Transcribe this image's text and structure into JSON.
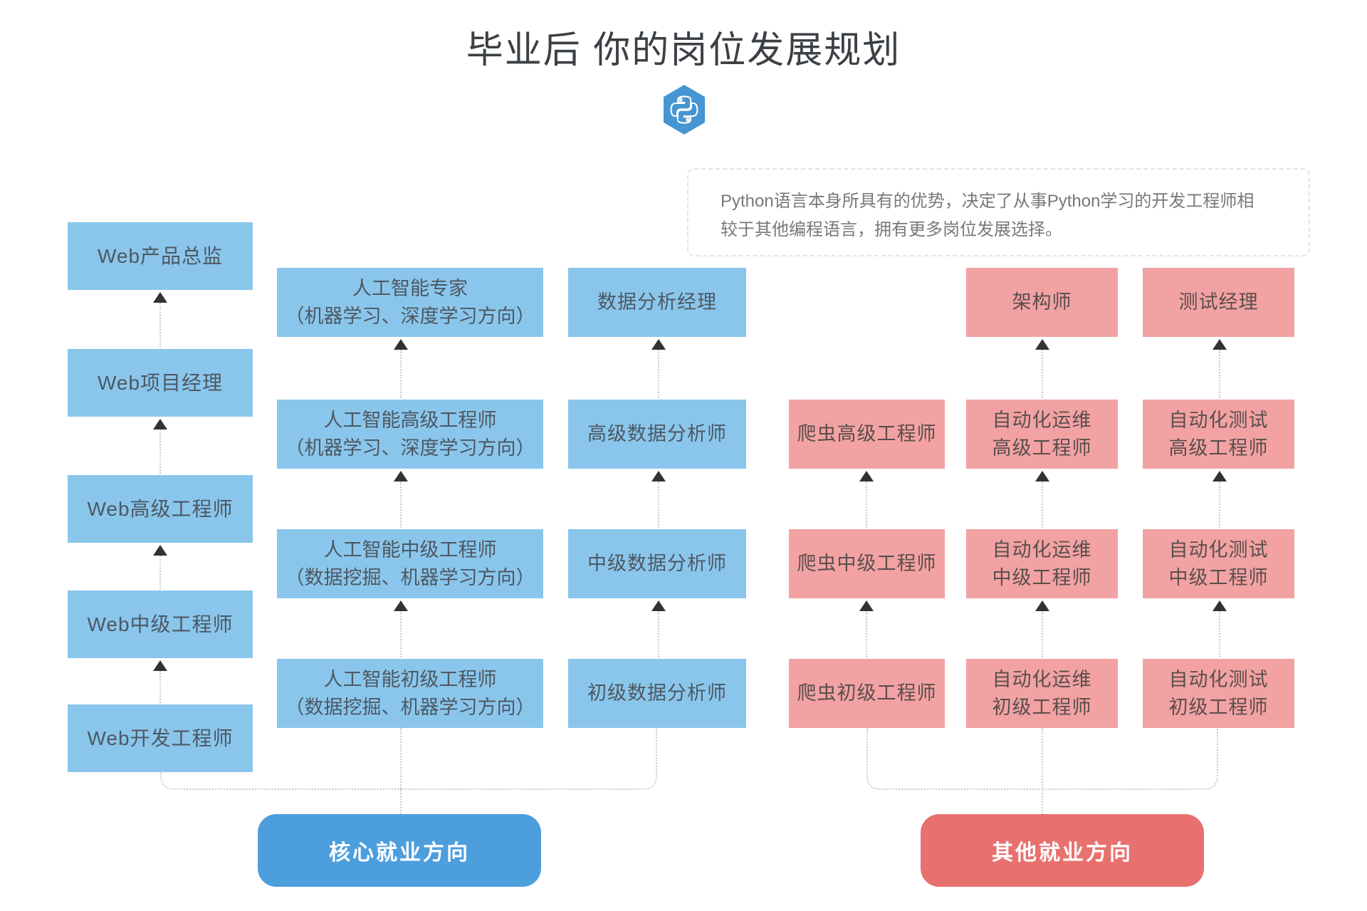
{
  "title": "毕业后 你的岗位发展规划",
  "logo": {
    "name": "python-logo",
    "hex_color": "#4596d2"
  },
  "note": {
    "text": "Python语言本身所具有的优势，决定了从事Python学习的开发工程师相较于其他编程语言，拥有更多岗位发展选择。"
  },
  "columns": {
    "web": {
      "group": "core",
      "boxes": [
        {
          "l1": "Web产品总监"
        },
        {
          "l1": "Web项目经理"
        },
        {
          "l1": "Web高级工程师"
        },
        {
          "l1": "Web中级工程师"
        },
        {
          "l1": "Web开发工程师"
        }
      ]
    },
    "ai": {
      "group": "core",
      "boxes": [
        {
          "l1": "人工智能专家",
          "l2": "（机器学习、深度学习方向）"
        },
        {
          "l1": "人工智能高级工程师",
          "l2": "（机器学习、深度学习方向）"
        },
        {
          "l1": "人工智能中级工程师",
          "l2": "（数据挖掘、机器学习方向）"
        },
        {
          "l1": "人工智能初级工程师",
          "l2": "（数据挖掘、机器学习方向）"
        }
      ]
    },
    "data_analysis": {
      "group": "core",
      "boxes": [
        {
          "l1": "数据分析经理"
        },
        {
          "l1": "高级数据分析师"
        },
        {
          "l1": "中级数据分析师"
        },
        {
          "l1": "初级数据分析师"
        }
      ]
    },
    "crawler": {
      "group": "other",
      "boxes": [
        {
          "l1": "爬虫高级工程师"
        },
        {
          "l1": "爬虫中级工程师"
        },
        {
          "l1": "爬虫初级工程师"
        }
      ]
    },
    "devops": {
      "group": "other",
      "boxes": [
        {
          "l1": "架构师"
        },
        {
          "l1": "自动化运维",
          "l2": "高级工程师"
        },
        {
          "l1": "自动化运维",
          "l2": "中级工程师"
        },
        {
          "l1": "自动化运维",
          "l2": "初级工程师"
        }
      ]
    },
    "testing": {
      "group": "other",
      "boxes": [
        {
          "l1": "测试经理"
        },
        {
          "l1": "自动化测试",
          "l2": "高级工程师"
        },
        {
          "l1": "自动化测试",
          "l2": "中级工程师"
        },
        {
          "l1": "自动化测试",
          "l2": "初级工程师"
        }
      ]
    }
  },
  "buttons": {
    "core": {
      "label": "核心就业方向"
    },
    "other": {
      "label": "其他就业方向"
    }
  },
  "colors": {
    "blue_box": "#8ac6ec",
    "pink_box": "#f2a2a2",
    "blue_button": "#4d9edd",
    "pink_button": "#e8716f",
    "arrow": "#2f3337",
    "dotted_line": "#c7cbce",
    "title_text": "#3b4045",
    "note_text": "#787878",
    "blue_box_text": "#4d5862",
    "pink_box_text": "#5a4e4e"
  }
}
